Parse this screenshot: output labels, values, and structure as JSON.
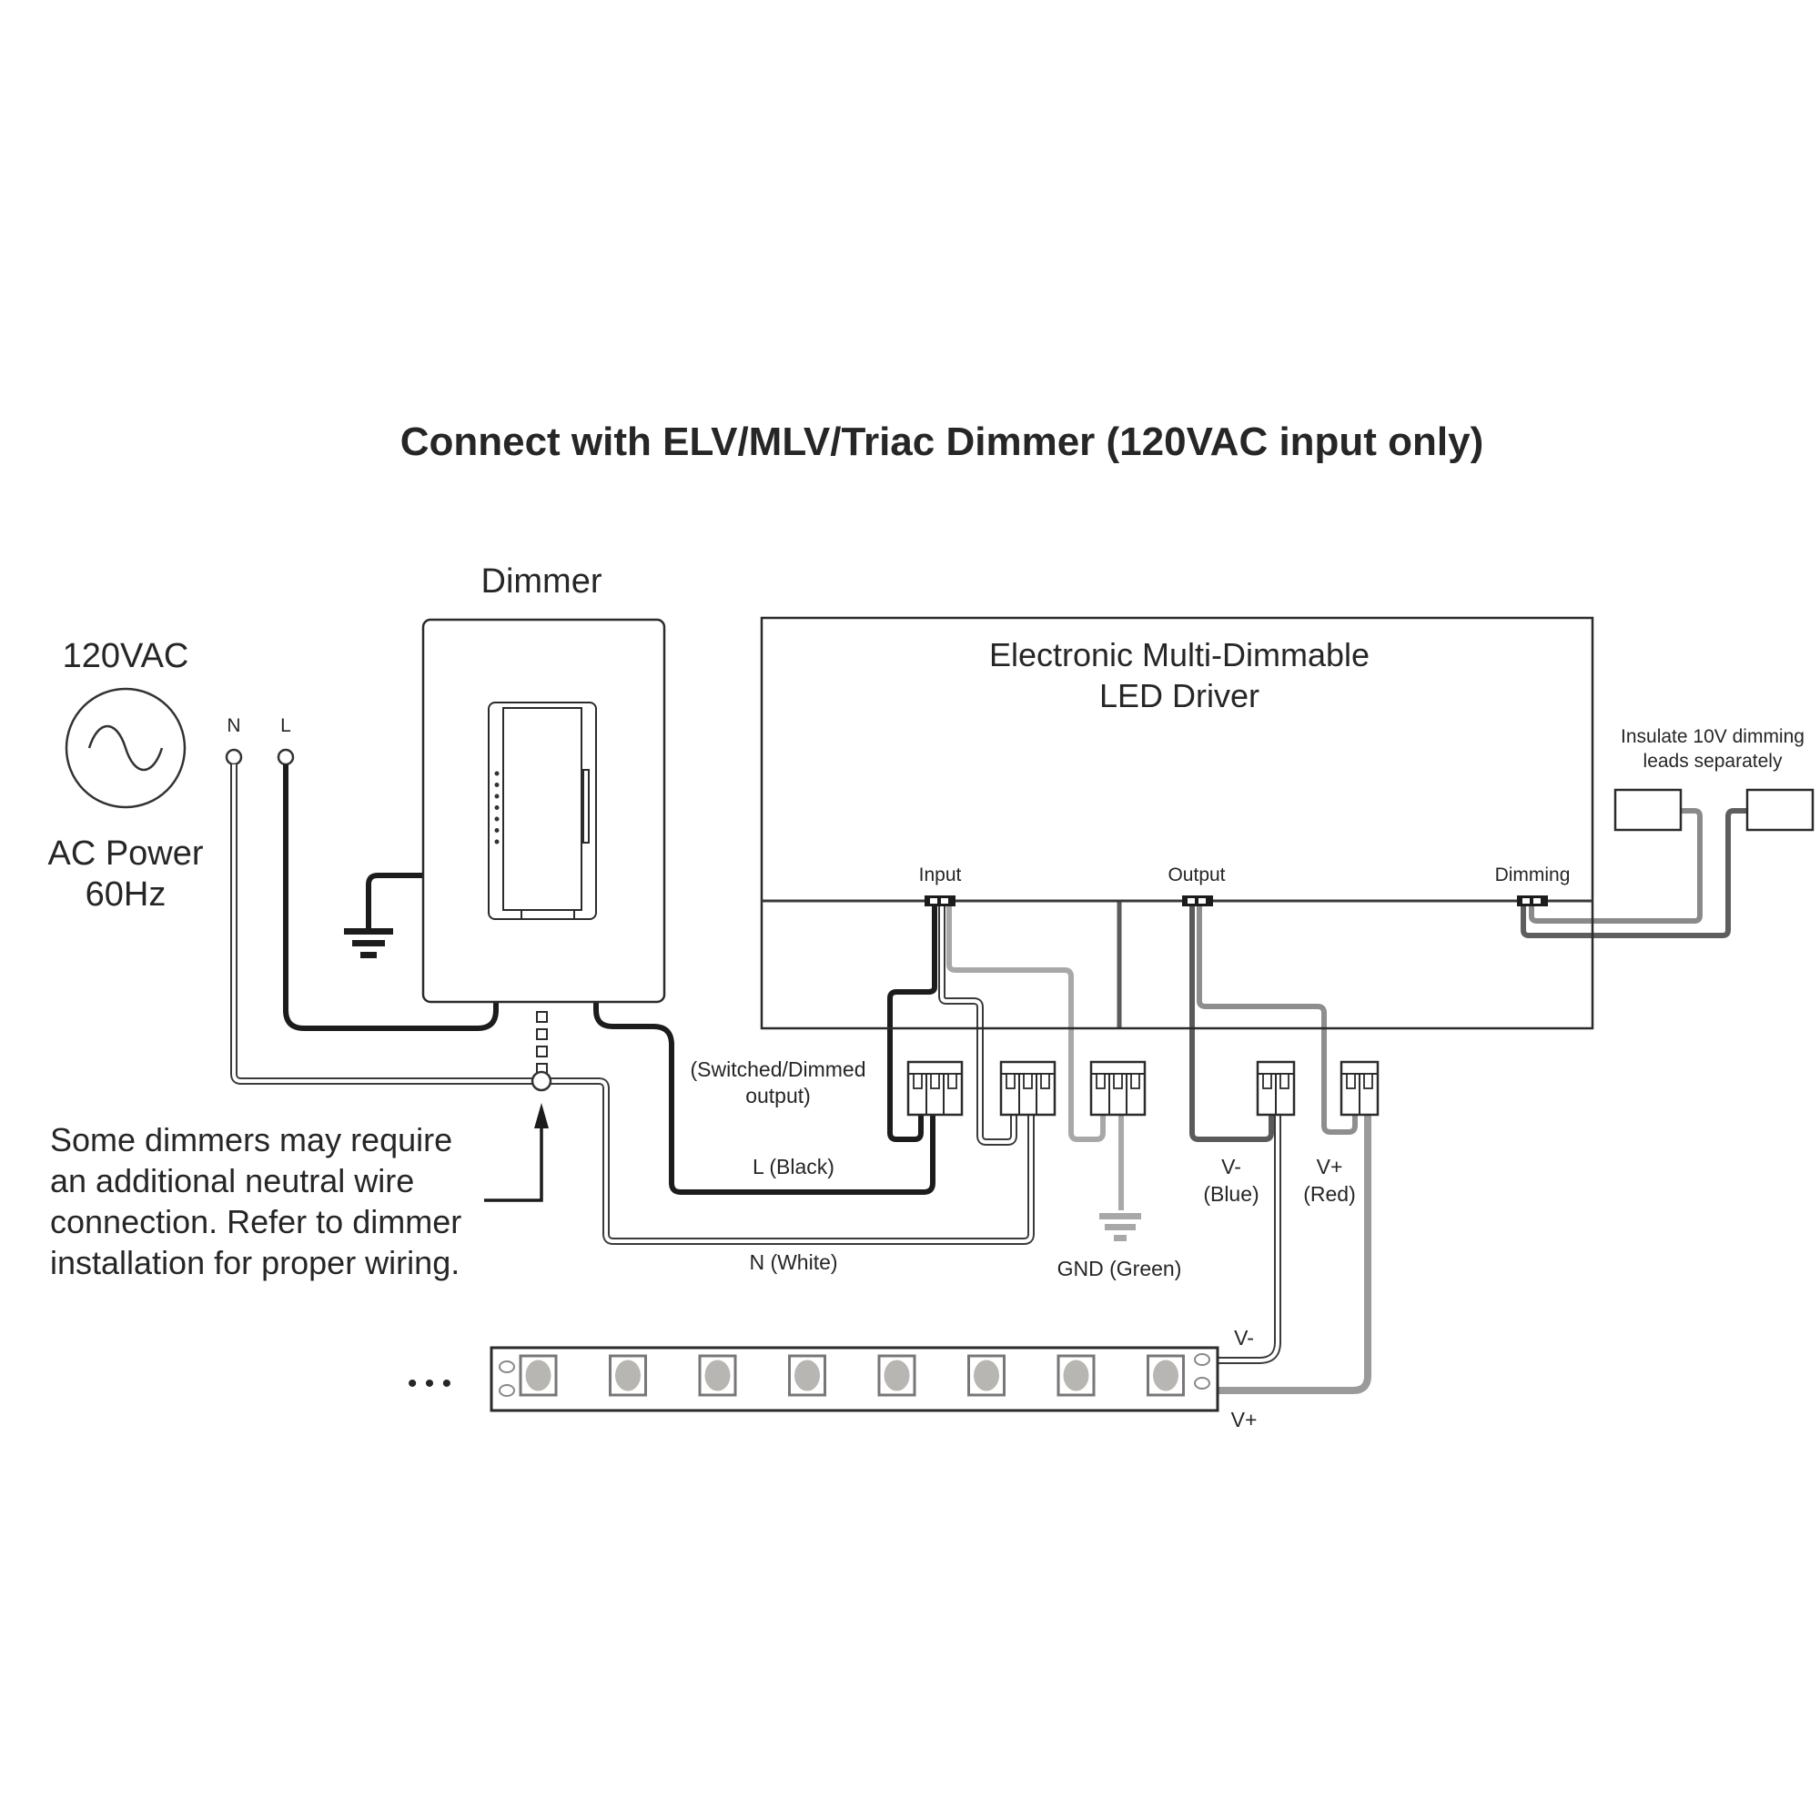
{
  "title": "Connect with ELV/MLV/Triac Dimmer (120VAC input only)",
  "power_source": {
    "voltage_label": "120VAC",
    "description_line1": "AC Power",
    "description_line2": "60Hz",
    "icon": "ac-sine-wave-icon",
    "terminals": [
      "N",
      "L"
    ]
  },
  "dimmer": {
    "label": "Dimmer",
    "led_indicator_count": 7
  },
  "driver": {
    "title_line1": "Electronic Multi-Dimmable",
    "title_line2": "LED Driver",
    "ports": [
      "Input",
      "Output",
      "Dimming"
    ]
  },
  "dimming_note": {
    "line1": "Insulate 10V dimming",
    "line2": "leads separately"
  },
  "wire_labels": {
    "switched_line1": "(Switched/Dimmed",
    "switched_line2": "output)",
    "line_black": "L (Black)",
    "neutral_white": "N (White)",
    "ground_green": "GND (Green)",
    "vminus_line1": "V-",
    "vminus_line2": "(Blue)",
    "vplus_line1": "V+",
    "vplus_line2": "(Red)",
    "strip_vminus": "V-",
    "strip_vplus": "V+"
  },
  "note": {
    "line1": "Some dimmers may require",
    "line2": "an additional neutral wire",
    "line3": "connection. Refer to dimmer",
    "line4": "installation for proper wiring."
  },
  "led_strip": {
    "led_count": 8,
    "continuation": "• • •"
  },
  "colors": {
    "wire_black": "#1c1c1c",
    "wire_white_outline": "#3a3a3a",
    "wire_green": "#a8a8a8",
    "wire_blue": "#5a5a5a",
    "wire_red": "#8e8e8e"
  }
}
